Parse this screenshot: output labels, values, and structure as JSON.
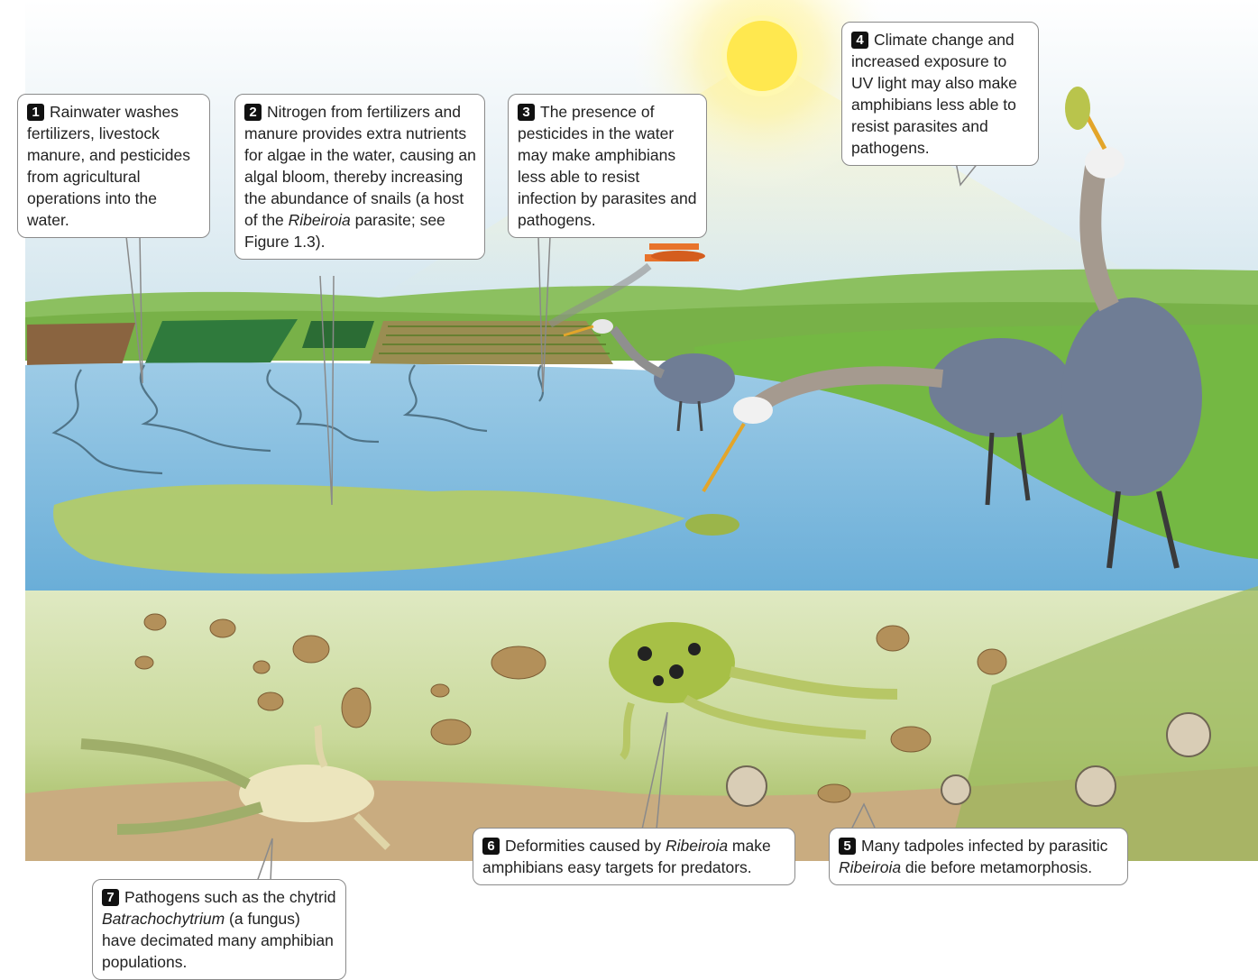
{
  "callouts": [
    {
      "num": "1",
      "pre": "Rainwater washes fertilizers, livestock manure, and pesticides from agricultural operations into the water.",
      "italic": "",
      "post": ""
    },
    {
      "num": "2",
      "pre": "Nitrogen from fertilizers and manure provides extra nutrients for algae in the water, causing an algal bloom, thereby increasing the abundance of snails (a host of the ",
      "italic": "Ribeiroia",
      "post": " parasite; see Figure 1.3)."
    },
    {
      "num": "3",
      "pre": "The presence of pesticides in the water may make amphibians less able to resist infection by parasites and pathogens.",
      "italic": "",
      "post": ""
    },
    {
      "num": "4",
      "pre": "Climate change and increased exposure to UV light may also make amphibians less able to resist parasites and pathogens.",
      "italic": "",
      "post": ""
    },
    {
      "num": "5",
      "pre": "Many tadpoles infected by parasitic ",
      "italic": "Ribeiroia",
      "post": " die before metamorphosis."
    },
    {
      "num": "6",
      "pre": "Deformities caused by ",
      "italic": "Ribeiroia",
      "post": " make amphibians easy targets for predators."
    },
    {
      "num": "7",
      "pre": "Pathogens such as the chytrid ",
      "italic": "Batrachochytrium",
      "post": " (a fungus) have decimated many amphibian populations."
    }
  ],
  "colors": {
    "water": "#8fc4e3",
    "grass": "#6fb53a",
    "algae": "#b9cf6a",
    "mud": "#c9b08a",
    "heron": "#6f7d95",
    "sun": "#ffe45a"
  }
}
